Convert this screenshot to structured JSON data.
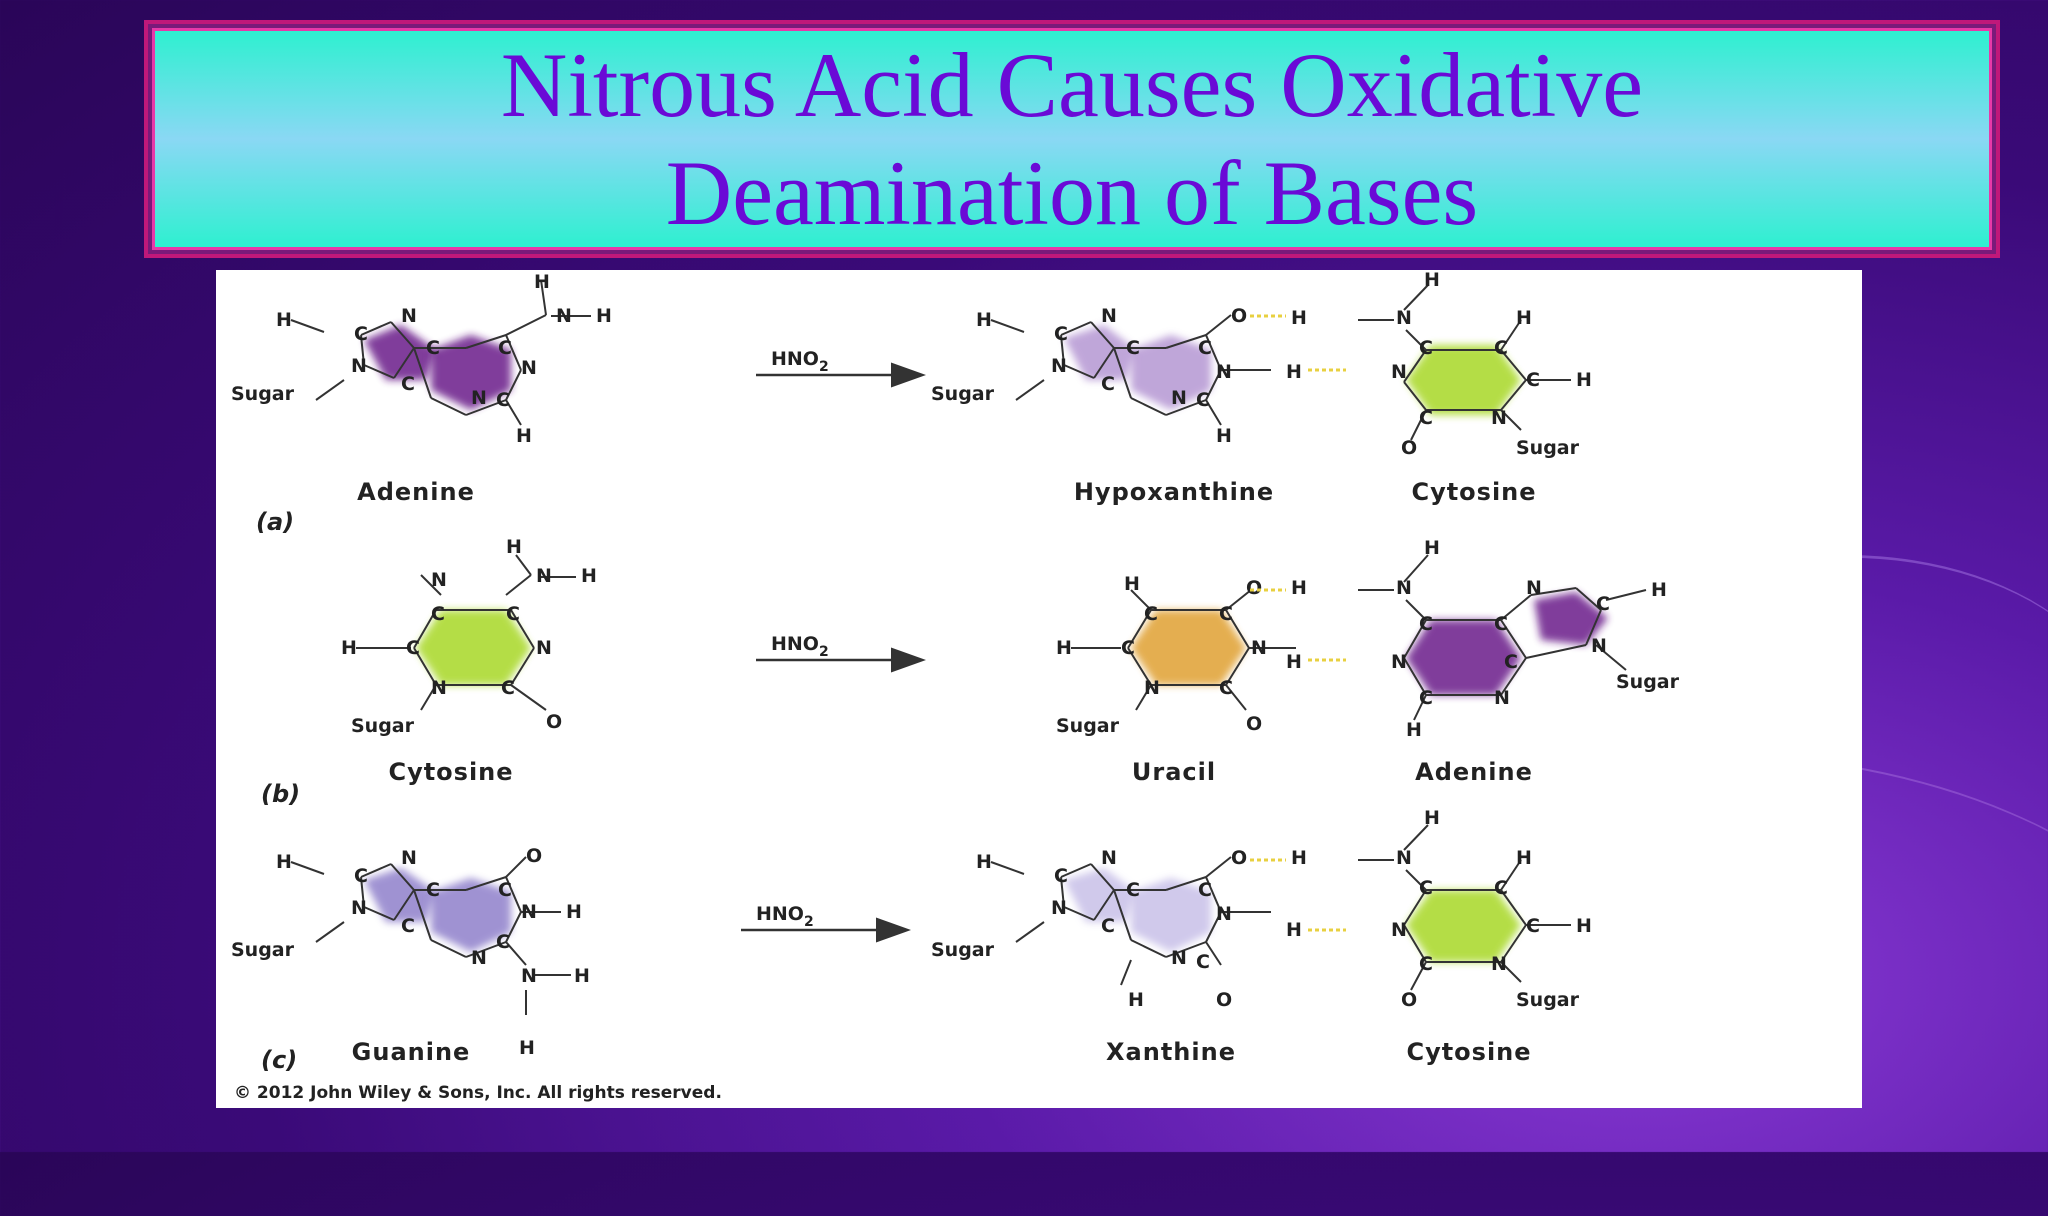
{
  "slide": {
    "title_line1": "Nitrous Acid Causes Oxidative",
    "title_line2": "Deamination of Bases"
  },
  "figure": {
    "reagent": "HNO",
    "reagent_subscript": "2",
    "rows": [
      {
        "part": "(a)",
        "reactant": "Adenine",
        "product": "Hypoxanthine",
        "pair": "Cytosine"
      },
      {
        "part": "(b)",
        "reactant": "Cytosine",
        "product": "Uracil",
        "pair": "Adenine"
      },
      {
        "part": "(c)",
        "reactant": "Guanine",
        "product": "Xanthine",
        "pair": "Cytosine"
      }
    ],
    "sugar_label": "Sugar",
    "copyright": "© 2012 John Wiley & Sons, Inc. All rights reserved."
  },
  "colors": {
    "adenine": "#6a1a8a",
    "hypoxanthine": "#b090d0",
    "cytosine": "#a8d828",
    "uracil": "#e0a030",
    "guanine": "#8878c8",
    "xanthine": "#c8c0e8",
    "title_text": "#6a0ad6"
  }
}
